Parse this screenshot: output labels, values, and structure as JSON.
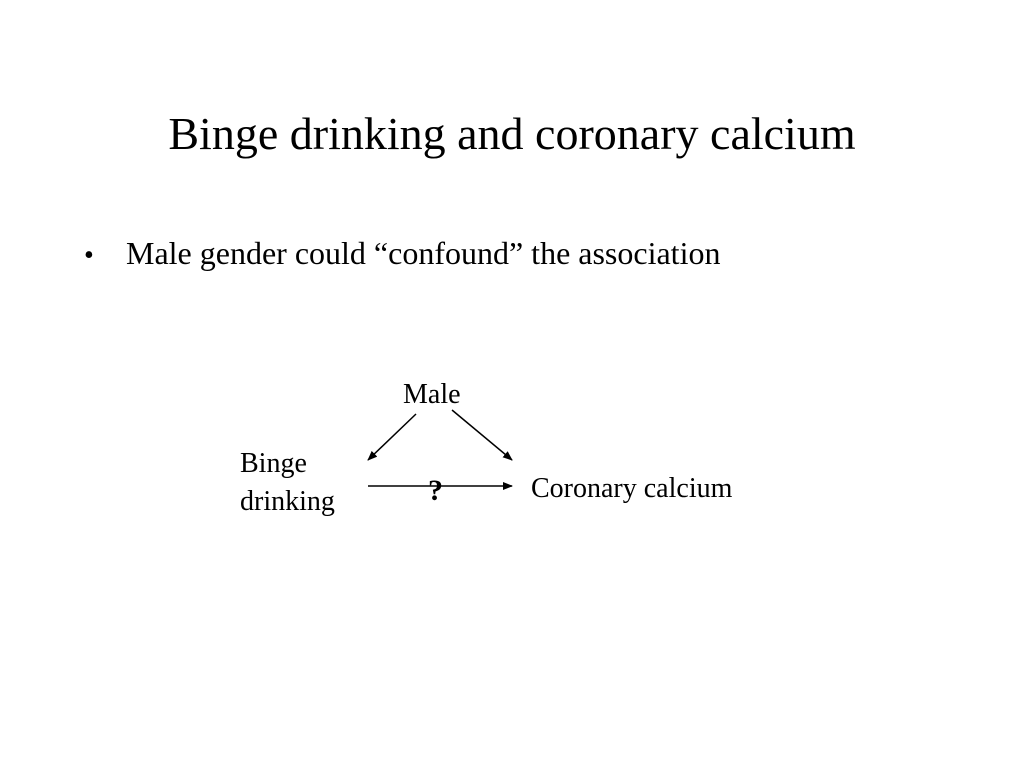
{
  "slide": {
    "title": "Binge drinking and coronary calcium",
    "bullets": [
      {
        "marker": "•",
        "text": "Male gender could “confound” the association"
      }
    ]
  },
  "diagram": {
    "nodes": {
      "male": "Male",
      "binge_line1": "Binge",
      "binge_line2": "drinking",
      "calcium": "Coronary calcium"
    },
    "edge_label": "?",
    "edges": [
      {
        "from": "male",
        "to": "binge"
      },
      {
        "from": "male",
        "to": "calcium"
      },
      {
        "from": "binge",
        "to": "calcium"
      }
    ]
  }
}
